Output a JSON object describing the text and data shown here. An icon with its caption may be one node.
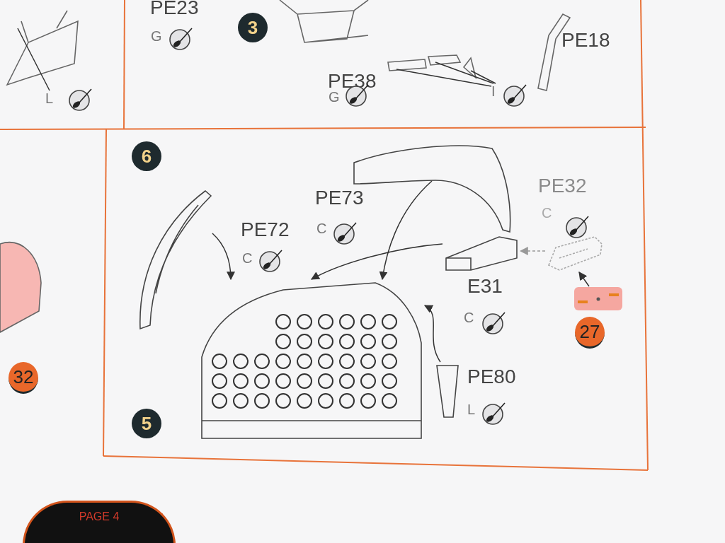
{
  "diagram": {
    "nodes": [
      {
        "text": [
          "L"
        ]
      },
      {
        "text": [
          "I"
        ]
      },
      {
        "text": [],
        "shape": "picture"
      },
      {
        "text": [],
        "shape": "picture"
      },
      {
        "text": [],
        "shape": "picture"
      },
      {
        "text": [],
        "shape": "picture"
      },
      {
        "text": [],
        "shape": "picture"
      },
      {
        "text": [],
        "shape": "picture"
      },
      {
        "text": [],
        "shape": "picture"
      }
    ],
    "edges": [
      {
        "from": 0,
        "to": null,
        "arrow": "none"
      },
      {
        "from": 1,
        "to": null,
        "arrow": "none"
      },
      {
        "from": 1,
        "to": null,
        "arrow": "none"
      },
      {
        "from": 1,
        "to": null,
        "arrow": "none"
      },
      {
        "from": 2,
        "to": 4,
        "arrow": "to"
      },
      {
        "from": 3,
        "to": 4,
        "arrow": "to"
      },
      {
        "from": 5,
        "to": 4,
        "arrow": "to"
      },
      {
        "from": 8,
        "to": 4,
        "arrow": "to"
      },
      {
        "from": 6,
        "to": 5,
        "arrow": "to",
        "style": "dashed",
        "color": "#999999"
      },
      {
        "from": 7,
        "to": 6,
        "arrow": "to"
      }
    ],
    "labels": [
      "PE23",
      "G",
      "3",
      "PE38",
      "G",
      "PE18",
      "6",
      "PE73",
      "C",
      "PE32",
      "C",
      "PE72",
      "C",
      "E31",
      "C",
      "27",
      "32",
      "PE80",
      "L",
      "5",
      "PAGE 4"
    ]
  }
}
